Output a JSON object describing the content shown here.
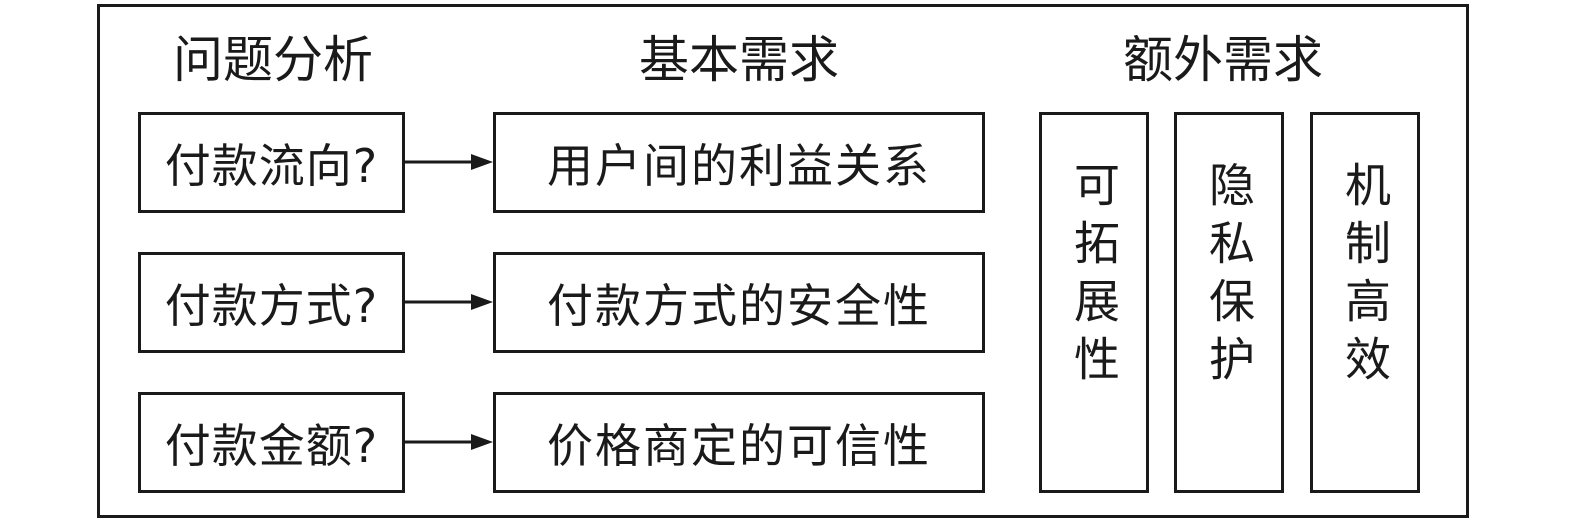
{
  "headers": {
    "analysis": "问题分析",
    "basic": "基本需求",
    "extra": "额外需求"
  },
  "questions": [
    "付款流向?",
    "付款方式?",
    "付款金额?"
  ],
  "needs": [
    "用户间的利益关系",
    "付款方式的安全性",
    "价格商定的可信性"
  ],
  "extra_needs": [
    "可拓展性",
    "隐私保护",
    "机制高效"
  ],
  "colors": {
    "stroke": "#1a1a1a",
    "background": "#ffffff"
  }
}
